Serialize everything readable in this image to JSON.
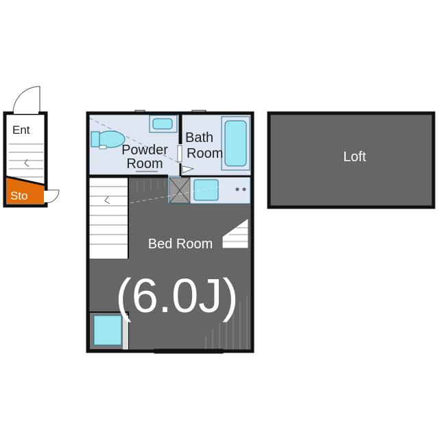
{
  "labels": {
    "entrance": "Ent",
    "storage": "Sto",
    "powder_room_line1": "Powder",
    "powder_room_line2": "Room",
    "bath_room_line1": "Bath",
    "bath_room_line2": "Room",
    "bed_room": "Bed Room",
    "bed_room_size": "(6.0J)",
    "loft": "Loft"
  },
  "colors": {
    "wall": "#111111",
    "wet_area_floor": "#dde6f1",
    "fixture_fill": "#9ee6f2",
    "fixture_stroke": "#2a6f8a",
    "bed_room_floor": "#666666",
    "loft_floor": "#666666",
    "storage_fill": "#e36c0a",
    "stairs_fill": "#ffffff",
    "entrance_floor": "#ffffff"
  }
}
